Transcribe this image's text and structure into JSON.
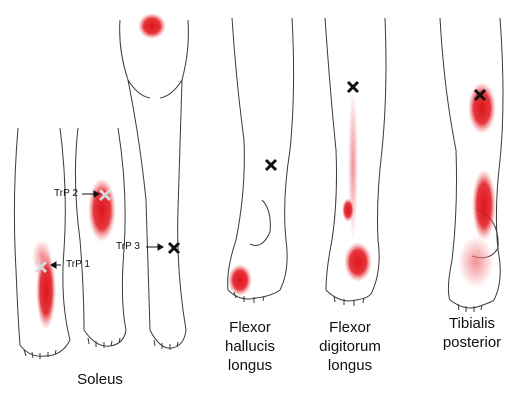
{
  "colors": {
    "outline": "#3a3a3a",
    "referral_red": "#e0141b",
    "referral_pink": "#f07a80",
    "marker": "#111111",
    "trp_marker": "#d8d8d8"
  },
  "panels": [
    {
      "id": "soleus",
      "label_lines": [
        "Soleus"
      ],
      "trigger_points": [
        "TrP 1",
        "TrP 2",
        "TrP 3"
      ]
    },
    {
      "id": "flexor-hallucis-longus",
      "label_lines": [
        "Flexor",
        "hallucis",
        "longus"
      ]
    },
    {
      "id": "flexor-digitorum-longus",
      "label_lines": [
        "Flexor",
        "digitorum",
        "longus"
      ]
    },
    {
      "id": "tibialis-posterior",
      "label_lines": [
        "Tibialis",
        "posterior"
      ]
    }
  ]
}
